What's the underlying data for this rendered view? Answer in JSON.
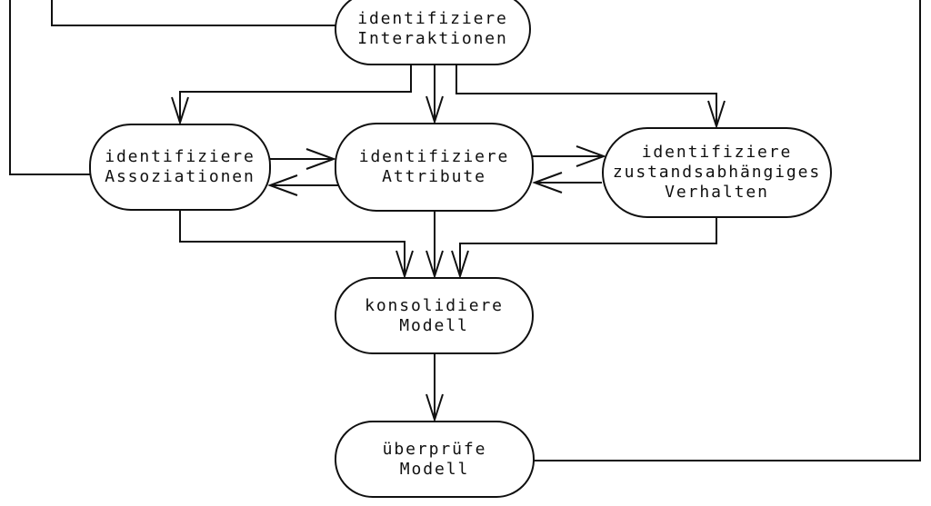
{
  "diagram": {
    "title": "modeling-process-flowchart",
    "background_color": "#ffffff",
    "stroke_color": "#101010",
    "nodes": [
      {
        "id": "identifiziere-interaktionen",
        "label": "identifiziere\nInteraktionen"
      },
      {
        "id": "identifiziere-assoziationen",
        "label": "identifiziere\nAssoziationen"
      },
      {
        "id": "identifiziere-attribute",
        "label": "identifiziere\nAttribute"
      },
      {
        "id": "identifiziere-zustandsabhaengiges-verhalten",
        "label": "identifiziere\nzustandsabhängiges\nVerhalten"
      },
      {
        "id": "konsolidiere-modell",
        "label": "konsolidiere\nModell"
      },
      {
        "id": "ueberpruefe-modell",
        "label": "überprüfe\nModell"
      }
    ],
    "edges": [
      {
        "from": "offscreen-top",
        "to": "identifiziere-assoziationen",
        "arrowhead": false
      },
      {
        "from": "offscreen-top",
        "to": "identifiziere-interaktionen",
        "arrowhead": false
      },
      {
        "from": "identifiziere-interaktionen",
        "to": "identifiziere-assoziationen",
        "arrowhead": true
      },
      {
        "from": "identifiziere-interaktionen",
        "to": "identifiziere-attribute",
        "arrowhead": true
      },
      {
        "from": "identifiziere-interaktionen",
        "to": "identifiziere-zustandsabhaengiges-verhalten",
        "arrowhead": true
      },
      {
        "from": "identifiziere-assoziationen",
        "to": "identifiziere-attribute",
        "arrowhead": true
      },
      {
        "from": "identifiziere-attribute",
        "to": "identifiziere-assoziationen",
        "arrowhead": true
      },
      {
        "from": "identifiziere-attribute",
        "to": "identifiziere-zustandsabhaengiges-verhalten",
        "arrowhead": true
      },
      {
        "from": "identifiziere-zustandsabhaengiges-verhalten",
        "to": "identifiziere-attribute",
        "arrowhead": true
      },
      {
        "from": "identifiziere-assoziationen",
        "to": "konsolidiere-modell",
        "arrowhead": true
      },
      {
        "from": "identifiziere-attribute",
        "to": "konsolidiere-modell",
        "arrowhead": true
      },
      {
        "from": "identifiziere-zustandsabhaengiges-verhalten",
        "to": "konsolidiere-modell",
        "arrowhead": true
      },
      {
        "from": "konsolidiere-modell",
        "to": "ueberpruefe-modell",
        "arrowhead": true
      },
      {
        "from": "ueberpruefe-modell",
        "to": "offscreen-top-right",
        "arrowhead": false
      }
    ]
  }
}
